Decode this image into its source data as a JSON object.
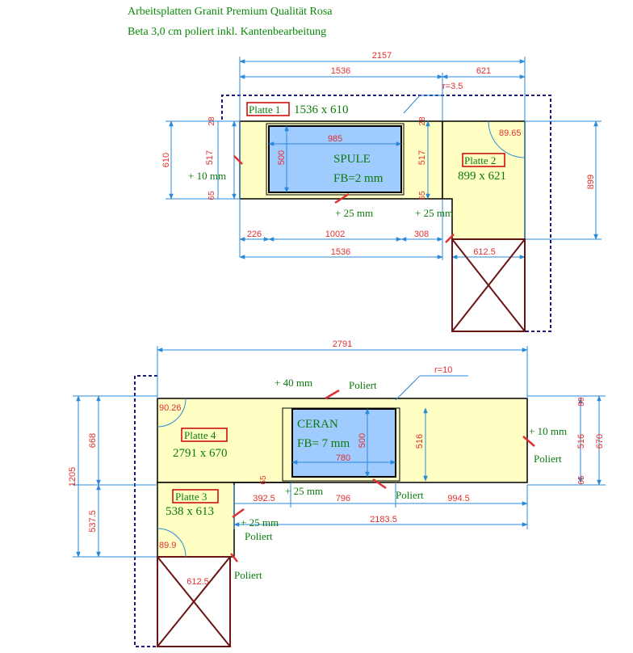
{
  "header": {
    "line1": "Arbeitsplatten Granit Premium Qualität Rosa",
    "line2": "Beta 3,0 cm poliert inkl. Kantenbearbeitung"
  },
  "colors": {
    "dimension": "#e03030",
    "text_green": "#0a7a0a",
    "countertop_fill": "#ffffc4",
    "sink_fill": "#9fcbff",
    "cabinet_stroke": "#6b1414",
    "wall_dash": "#1a1a80",
    "dim_line": "#2a8ad8"
  },
  "plan_top": {
    "dims": {
      "total_width": "2157",
      "seg_left": "1536",
      "seg_right": "621",
      "radius": "r=3.5",
      "sink_width": "985",
      "depth_left": "610",
      "inner_left": "517",
      "top_offset_left": "28",
      "bottom_offset_left": "65",
      "sink_depth": "500",
      "top_offset_right": "28",
      "inner_right": "517",
      "bottom_offset_right": "65",
      "depth_right": "899",
      "angle": "89.65",
      "bottom_a": "226",
      "bottom_b": "1002",
      "bottom_c": "308",
      "bottom_total": "1536",
      "cabinet_width": "612.5"
    },
    "plate1": {
      "label": "Platte 1",
      "size": "1536 x 610"
    },
    "plate2": {
      "label": "Platte 2",
      "size": "899 x 621"
    },
    "sink": {
      "name": "SPULE",
      "fb": "FB=2 mm"
    },
    "notes": {
      "left_edge": "+ 10 mm",
      "front1": "+ 25 mm",
      "front2": "+ 25 mm"
    }
  },
  "plan_bottom": {
    "dims": {
      "total_width": "2791",
      "radius": "r=10",
      "total_depth": "1205",
      "depth_upper": "668",
      "depth_lower": "537.5",
      "angle_upper": "90.26",
      "ceran_depth": "500",
      "ceran_width": "780",
      "right_inner": "516",
      "right_inner2": "516",
      "right_total": "670",
      "right_top": "89",
      "right_bottom": "65",
      "small_65": "65",
      "seg_a": "392.5",
      "seg_b": "796",
      "seg_c": "994.5",
      "span": "2183.5",
      "angle_lower": "89.9",
      "cabinet_width": "612.5"
    },
    "plate4": {
      "label": "Platte 4",
      "size": "2791 x 670"
    },
    "plate3": {
      "label": "Platte 3",
      "size": "538 x 613"
    },
    "ceran": {
      "name": "CERAN",
      "fb": "FB= 7 mm"
    },
    "notes": {
      "top_edge": "+ 40 mm",
      "poliert_top": "Poliert",
      "right_edge": "+ 10 mm",
      "poliert_right": "Poliert",
      "front": "+ 25 mm",
      "poliert_front": "Poliert",
      "left_lower": "+ 25 mm",
      "poliert_left": "Poliert",
      "poliert_bottom": "Poliert"
    }
  }
}
